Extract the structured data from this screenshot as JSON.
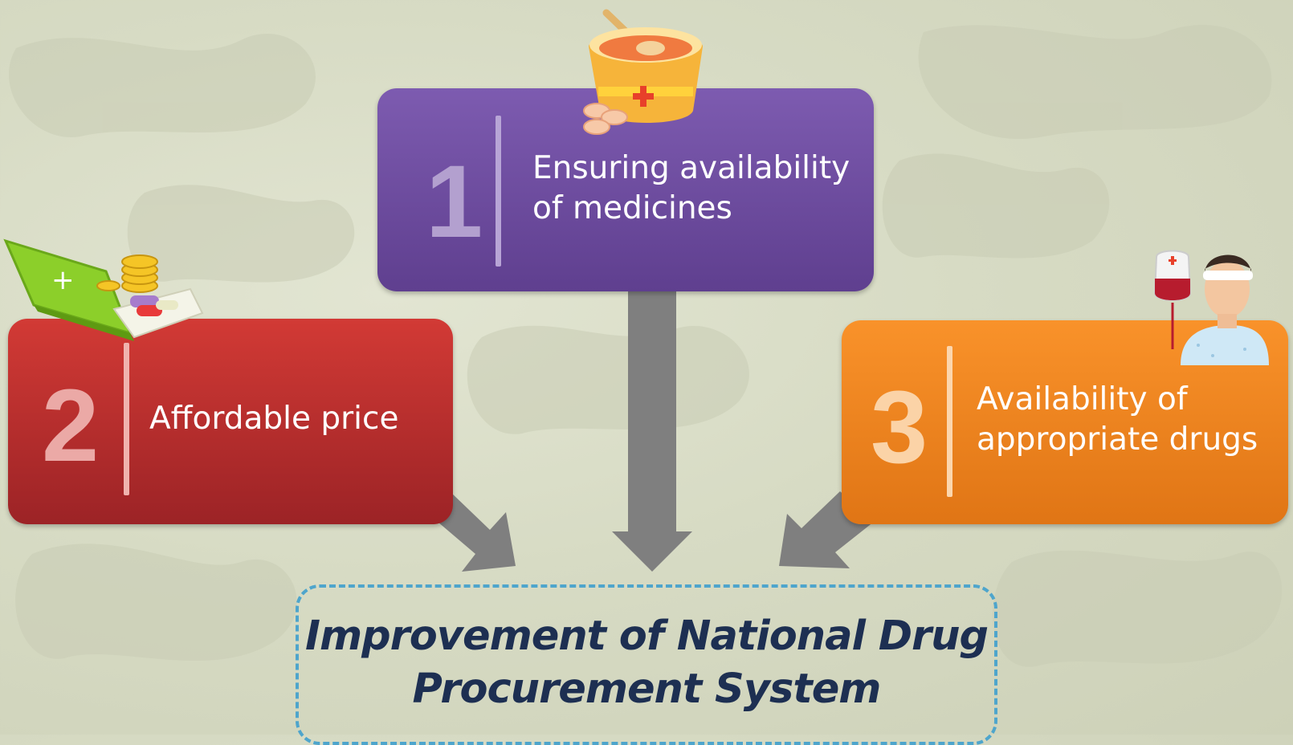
{
  "colors": {
    "box1": "#6b4aa0",
    "box2": "#c1302f",
    "box3": "#f08a22",
    "arrow": "#7f7f7f",
    "goal_border": "#4ea5cc",
    "goal_text": "#1d2f52"
  },
  "boxes": [
    {
      "number": "1",
      "label": "Ensuring availability\nof medicines",
      "icon": "medicine-mortar-icon"
    },
    {
      "number": "2",
      "label": "Affordable price",
      "icon": "price-calculator-coins-icon"
    },
    {
      "number": "3",
      "label": "Availability of\nappropriate drugs",
      "icon": "patient-blood-bag-icon"
    }
  ],
  "goal": {
    "text": "Improvement of National Drug\nProcurement System"
  }
}
